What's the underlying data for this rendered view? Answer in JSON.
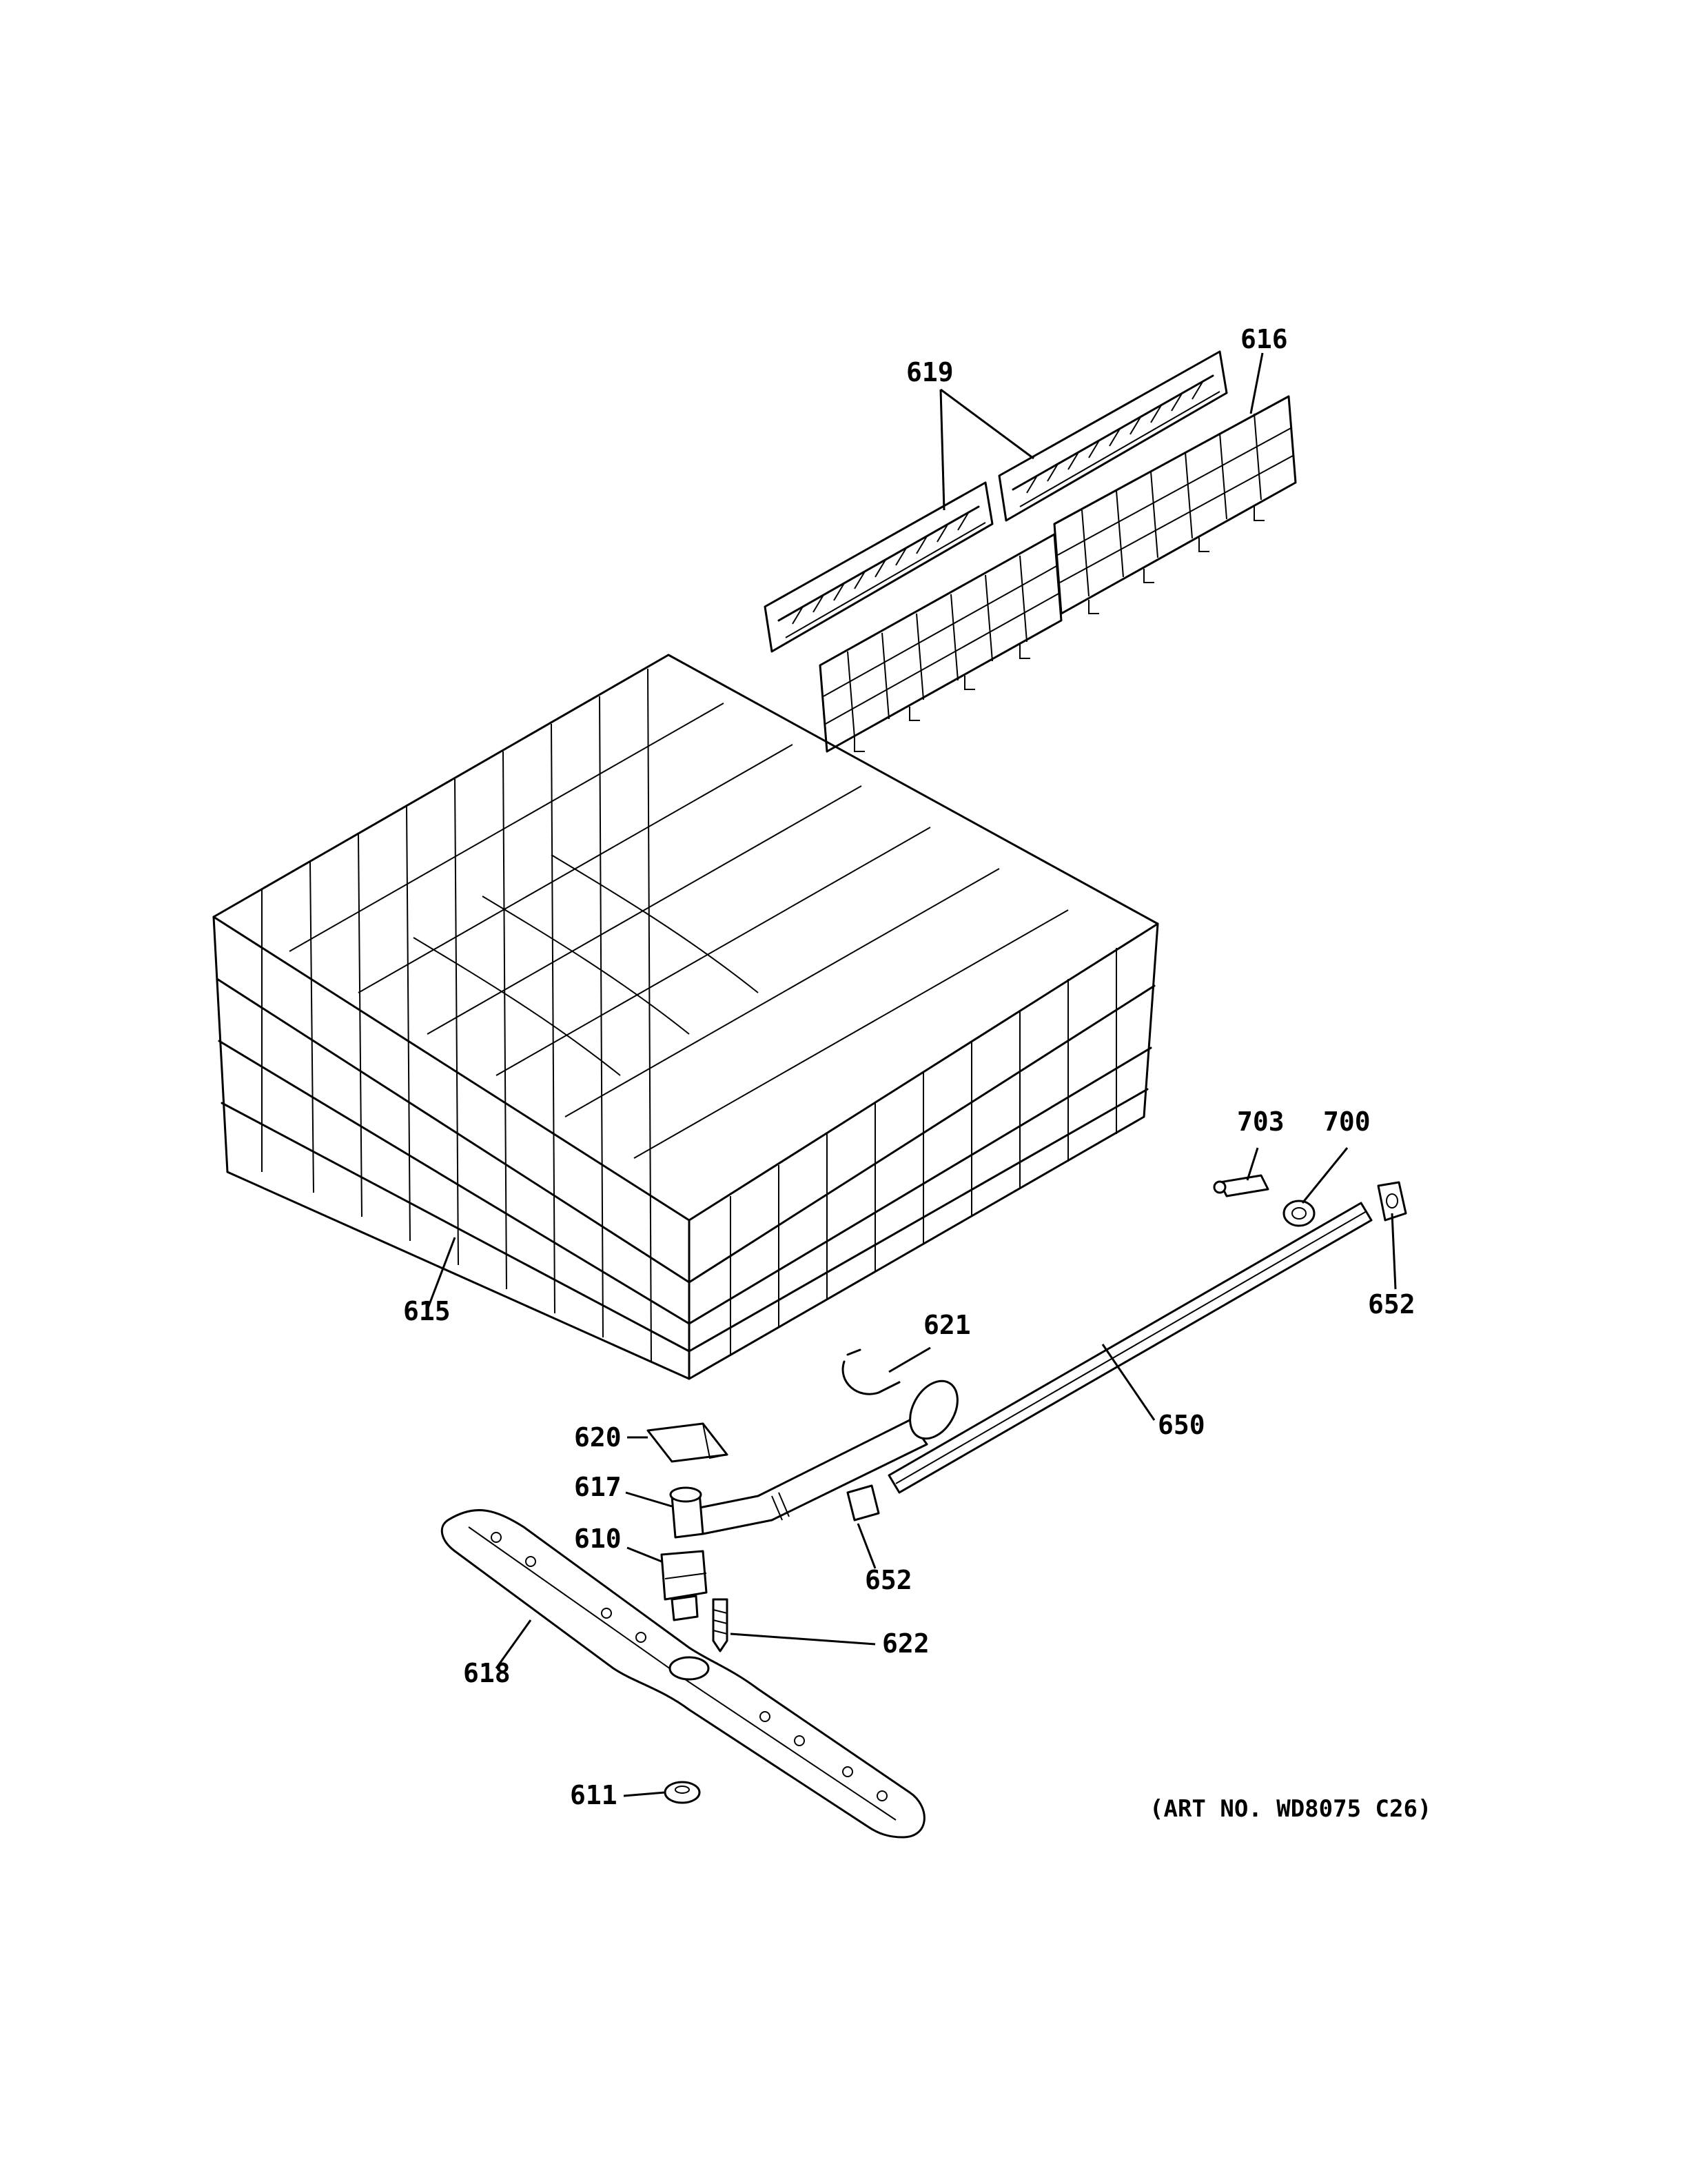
{
  "callouts": {
    "c616": "616",
    "c619": "619",
    "c615": "615",
    "c703": "703",
    "c700": "700",
    "c652a": "652",
    "c621": "621",
    "c650": "650",
    "c620": "620",
    "c617": "617",
    "c610": "610",
    "c652b": "652",
    "c622": "622",
    "c618": "618",
    "c611": "611"
  },
  "art_number": "(ART NO. WD8075 C26)"
}
